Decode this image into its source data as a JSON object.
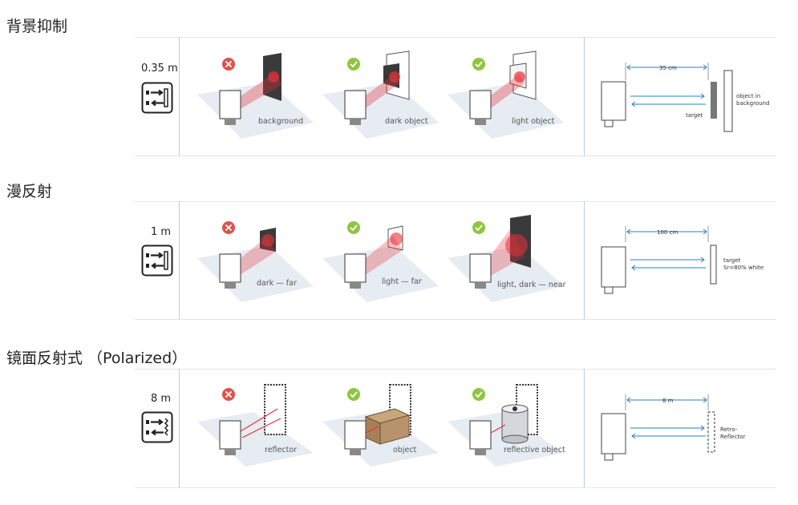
{
  "sections": [
    {
      "title": "背景抑制",
      "range": "0.35 m",
      "scenes": [
        {
          "status": "fail",
          "caption": "background"
        },
        {
          "status": "ok",
          "caption": "dark object"
        },
        {
          "status": "ok",
          "caption": "light object"
        }
      ],
      "diagram": {
        "distance": "35 cm",
        "labels": [
          "target",
          "object in",
          "background"
        ]
      }
    },
    {
      "title": "漫反射",
      "range": "1 m",
      "scenes": [
        {
          "status": "fail",
          "caption": "dark — far"
        },
        {
          "status": "ok",
          "caption": "light — far"
        },
        {
          "status": "ok",
          "caption": "light, dark — near"
        }
      ],
      "diagram": {
        "distance": "100 cm",
        "labels": [
          "target",
          "Sr=80% white"
        ]
      }
    },
    {
      "title": "镜面反射式 （Polarized）",
      "range": "8 m",
      "scenes": [
        {
          "status": "fail",
          "caption": "reflector"
        },
        {
          "status": "ok",
          "caption": "object"
        },
        {
          "status": "ok",
          "caption": "reflective object"
        }
      ],
      "diagram": {
        "distance": "8 m",
        "labels": [
          "Retro-",
          "Reflector"
        ]
      }
    }
  ],
  "colors": {
    "ok": "#8dc63f",
    "fail": "#e0524b",
    "beam": "#e8303a",
    "arrow": "#2a7fc1",
    "plane": "#e6ecf2"
  },
  "icons": [
    "cross-icon",
    "check-icon",
    "sensor-mode-icon"
  ]
}
